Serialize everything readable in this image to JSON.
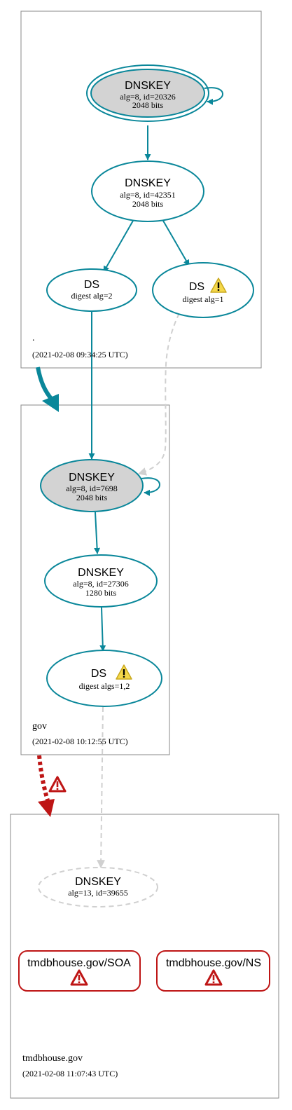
{
  "zones": {
    "root": {
      "name": ".",
      "timestamp": "(2021-02-08 09:34:25 UTC)"
    },
    "gov": {
      "name": "gov",
      "timestamp": "(2021-02-08 10:12:55 UTC)"
    },
    "tmdb": {
      "name": "tmdbhouse.gov",
      "timestamp": "(2021-02-08 11:07:43 UTC)"
    }
  },
  "nodes": {
    "root_ksk": {
      "title": "DNSKEY",
      "line1": "alg=8, id=20326",
      "line2": "2048 bits"
    },
    "root_zsk": {
      "title": "DNSKEY",
      "line1": "alg=8, id=42351",
      "line2": "2048 bits"
    },
    "root_ds2": {
      "title": "DS",
      "line1": "digest alg=2"
    },
    "root_ds1": {
      "title": "DS",
      "line1": "digest alg=1"
    },
    "gov_ksk": {
      "title": "DNSKEY",
      "line1": "alg=8, id=7698",
      "line2": "2048 bits"
    },
    "gov_zsk": {
      "title": "DNSKEY",
      "line1": "alg=8, id=27306",
      "line2": "1280 bits"
    },
    "gov_ds": {
      "title": "DS",
      "line1": "digest algs=1,2"
    },
    "tmdb_key": {
      "title": "DNSKEY",
      "line1": "alg=13, id=39655"
    },
    "tmdb_soa": {
      "title": "tmdbhouse.gov/SOA"
    },
    "tmdb_ns": {
      "title": "tmdbhouse.gov/NS"
    }
  },
  "colors": {
    "secure": "#0a879a",
    "insecure_dashed": "#d0d0d0",
    "bogus": "#be1515",
    "ksk_fill": "#d3d3d3",
    "zone_border": "#888888",
    "warning_fill": "#f5d84a"
  },
  "icons": [
    "warning-icon",
    "error-icon"
  ]
}
